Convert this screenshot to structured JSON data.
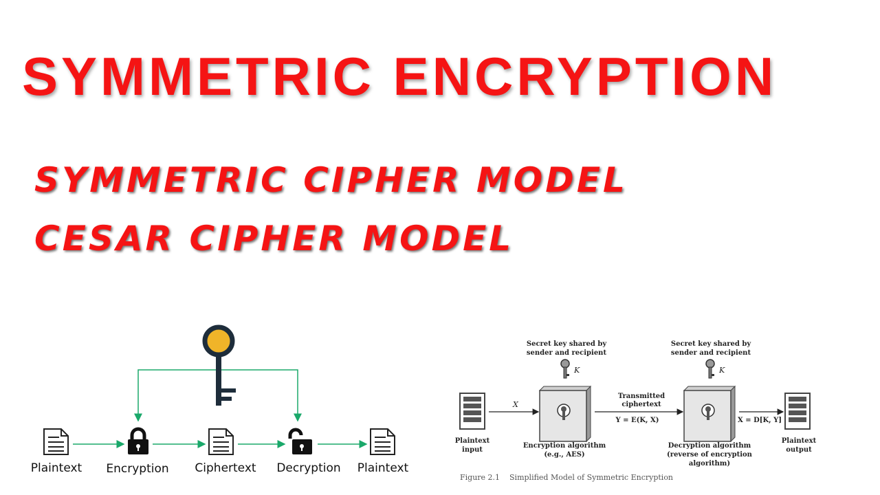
{
  "title": "SYMMETRIC ENCRYPTION",
  "subtitles": [
    "SYMMETRIC CIPHER MODEL",
    "CESAR CIPHER MODEL"
  ],
  "flow_diagram": {
    "labels": [
      "Plaintext",
      "Encryption",
      "Ciphertext",
      "Decryption",
      "Plaintext"
    ],
    "colors": {
      "arrow": "#1aa86a",
      "key": "#1e2d3b",
      "key_fill": "#f0b429"
    }
  },
  "figure": {
    "caption": "Figure 2.1    Simplified Model of Symmetric Encryption",
    "key_label_line1": "Secret key shared by",
    "key_label_line2": "sender and recipient",
    "key_symbol": "K",
    "x_symbol": "X",
    "transmitted_line1": "Transmitted",
    "transmitted_line2": "ciphertext",
    "y_eq": "Y = E(K, X)",
    "x_eq": "X = D[K, Y]",
    "plaintext_input": [
      "Plaintext",
      "input"
    ],
    "plaintext_output": [
      "Plaintext",
      "output"
    ],
    "enc_algo": [
      "Encryption algorithm",
      "(e.g., AES)"
    ],
    "dec_algo": [
      "Decryption algorithm",
      "(reverse of encryption",
      "algorithm)"
    ]
  }
}
